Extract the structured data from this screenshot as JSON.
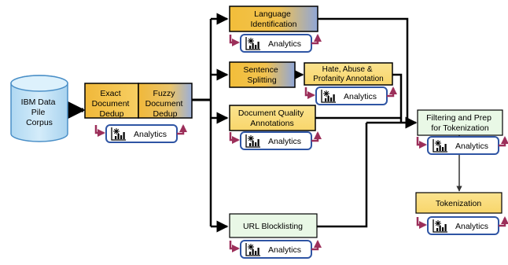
{
  "corpus": {
    "lines": [
      "IBM Data",
      "Pile",
      "Corpus"
    ]
  },
  "steps": {
    "exact_dedup": {
      "lines": [
        "Exact",
        "Document",
        "Dedup"
      ]
    },
    "fuzzy_dedup": {
      "lines": [
        "Fuzzy",
        "Document",
        "Dedup"
      ]
    },
    "language_id": {
      "lines": [
        "Language",
        "Identification"
      ]
    },
    "sentence_split": {
      "lines": [
        "Sentence",
        "Splitting"
      ]
    },
    "hap_annotation": {
      "lines": [
        "Hate, Abuse &",
        "Profanity Annotation"
      ]
    },
    "doc_quality": {
      "lines": [
        "Document Quality",
        "Annotations"
      ]
    },
    "url_blocklisting": {
      "lines": [
        "URL Blocklisting"
      ]
    },
    "filtering_prep": {
      "lines": [
        "Filtering and Prep",
        "for Tokenization"
      ]
    },
    "tokenization": {
      "lines": [
        "Tokenization"
      ]
    }
  },
  "analytics_label": "Analytics",
  "icons": {
    "analytics": "analytics-chart-icon",
    "feedback": "feedback-arrow-icon"
  },
  "colors": {
    "gold": "#F4C542",
    "gold_dark": "#E2A832",
    "blue_gray": "#9FB1D6",
    "light_green": "#E9F8E6",
    "light_yellow": "#FBE49A",
    "border_blue": "#2F55A4",
    "corpus_fill": "#C7E5F7",
    "corpus_stroke": "#4A8FC7",
    "feedback_arrow": "#9C2F5A"
  }
}
